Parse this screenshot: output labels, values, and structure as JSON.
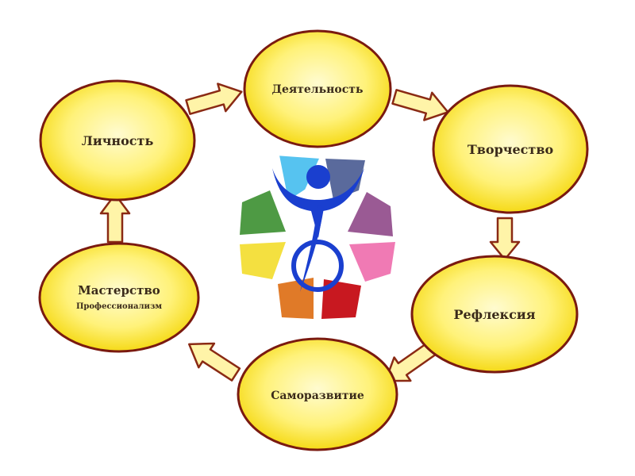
{
  "diagram": {
    "nodes": {
      "lichnost": "Личность",
      "deyatelnost": "Деятельность",
      "tvorchestvo": "Творчество",
      "refleksiya": "Рефлексия",
      "samorazvitie": "Саморазвитие",
      "masterstvo": "Мастерство",
      "professionalizm": "Профессионализм"
    },
    "colors": {
      "ellipse_fill_center": "#fffbd0",
      "ellipse_fill_mid": "#fff27a",
      "ellipse_fill_edge": "#f3d400",
      "ellipse_stroke": "#7a1a10",
      "arrow_fill": "#fff4a8",
      "arrow_stroke": "#8a2a14",
      "logo_figure": "#1a3fcf",
      "logo_petals": [
        "#56c3f0",
        "#5a6a9c",
        "#9a5a94",
        "#f07ab4",
        "#c81820",
        "#e07a28",
        "#f4e040",
        "#4e9a44"
      ]
    }
  }
}
